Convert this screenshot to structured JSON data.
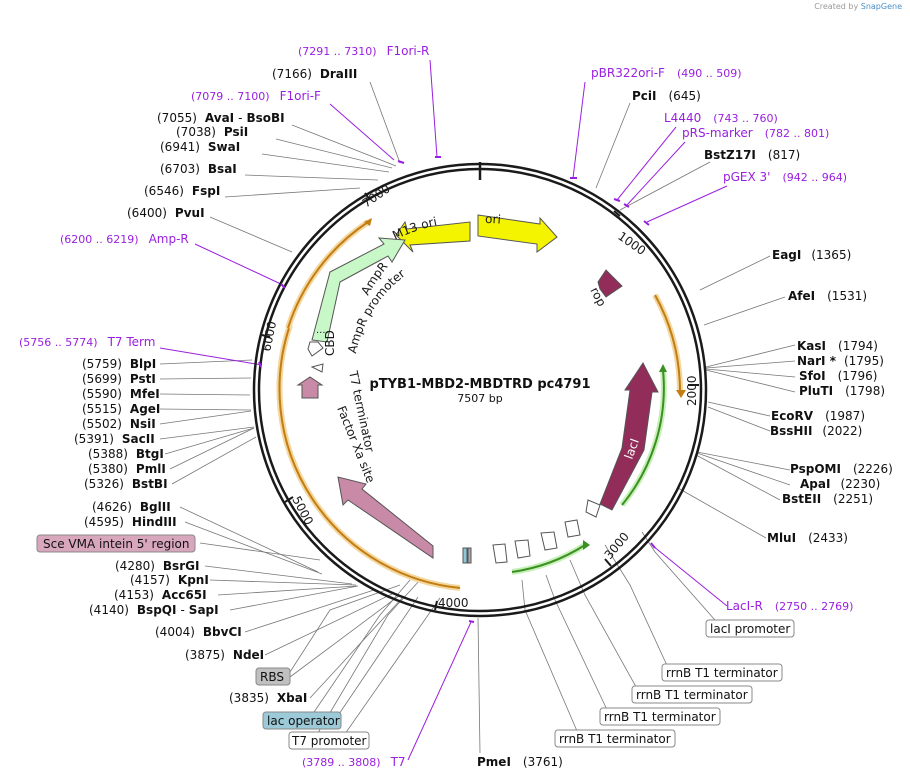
{
  "credit": {
    "created_by": "Created by",
    "brand": "SnapGene"
  },
  "plasmid": {
    "name": "pTYB1-MBD2-MBDTRD pc4791",
    "size": "7507 bp",
    "length": 7507
  },
  "colors": {
    "primer": "#9a1fe0",
    "backbone": "#1a1a1a",
    "ori": "#f4f400",
    "amp": "#c8f7c8",
    "rop": "#922d5a",
    "laci": "#922d5a",
    "cbd": "#c98aa8",
    "intein": "#c98aa8",
    "orf_orange": "#e8a020",
    "orf_green": "#3aa020"
  },
  "ticks": [
    "1000",
    "2000",
    "3000",
    "4000",
    "5000",
    "6000",
    "7000"
  ],
  "site_labels": [
    {
      "name": "DraIII",
      "pos": "(7166)"
    },
    {
      "name": "PciI",
      "pos": "(645)"
    },
    {
      "name": "AvaI",
      "extra": "BsoBI",
      "pos": "(7055)"
    },
    {
      "name": "PsiI",
      "pos": "(7038)"
    },
    {
      "name": "SwaI",
      "pos": "(6941)"
    },
    {
      "name": "BstZ17I",
      "pos": "(817)"
    },
    {
      "name": "BsaI",
      "pos": "(6703)"
    },
    {
      "name": "FspI",
      "pos": "(6546)"
    },
    {
      "name": "PvuI",
      "pos": "(6400)"
    },
    {
      "name": "EagI",
      "pos": "(1365)"
    },
    {
      "name": "AfeI",
      "pos": "(1531)"
    },
    {
      "name": "KasI",
      "pos": "(1794)"
    },
    {
      "name": "NarI *",
      "pos": "(1795)"
    },
    {
      "name": "SfoI",
      "pos": "(1796)"
    },
    {
      "name": "PluTI",
      "pos": "(1798)"
    },
    {
      "name": "BlpI",
      "pos": "(5759)"
    },
    {
      "name": "PstI",
      "pos": "(5699)"
    },
    {
      "name": "MfeI",
      "pos": "(5590)"
    },
    {
      "name": "AgeI",
      "pos": "(5515)"
    },
    {
      "name": "NsiI",
      "pos": "(5502)"
    },
    {
      "name": "SacII",
      "pos": "(5391)"
    },
    {
      "name": "BtgI",
      "pos": "(5388)"
    },
    {
      "name": "PmlI",
      "pos": "(5380)"
    },
    {
      "name": "BstBI",
      "pos": "(5326)"
    },
    {
      "name": "EcoRV",
      "pos": "(1987)"
    },
    {
      "name": "BssHII",
      "pos": "(2022)"
    },
    {
      "name": "PspOMI",
      "pos": "(2226)"
    },
    {
      "name": "ApaI",
      "pos": "(2230)"
    },
    {
      "name": "BstEII",
      "pos": "(2251)"
    },
    {
      "name": "BglII",
      "pos": "(4626)"
    },
    {
      "name": "HindIII",
      "pos": "(4595)"
    },
    {
      "name": "MluI",
      "pos": "(2433)"
    },
    {
      "name": "BsrGI",
      "pos": "(4280)"
    },
    {
      "name": "KpnI",
      "pos": "(4157)"
    },
    {
      "name": "Acc65I",
      "pos": "(4153)"
    },
    {
      "name": "BspQI",
      "extra": "SapI",
      "pos": "(4140)"
    },
    {
      "name": "BbvCI",
      "pos": "(4004)"
    },
    {
      "name": "NdeI",
      "pos": "(3875)"
    },
    {
      "name": "XbaI",
      "pos": "(3835)"
    },
    {
      "name": "PmeI",
      "pos": "(3761)"
    }
  ],
  "primers": [
    {
      "range": "(7291 .. 7310)",
      "name": "F1ori-R"
    },
    {
      "name": "pBR322ori-F",
      "range": "(490 .. 509)"
    },
    {
      "range": "(7079 .. 7100)",
      "name": "F1ori-F"
    },
    {
      "name": "L4440",
      "range": "(743 .. 760)"
    },
    {
      "name": "pRS-marker",
      "range": "(782 .. 801)"
    },
    {
      "name": "pGEX 3'",
      "range": "(942 .. 964)"
    },
    {
      "range": "(6200 .. 6219)",
      "name": "Amp-R"
    },
    {
      "range": "(5756 .. 5774)",
      "name": "T7 Term"
    },
    {
      "name": "LacI-R",
      "range": "(2750 .. 2769)"
    },
    {
      "range": "(3789 .. 3808)",
      "name": "T7"
    }
  ],
  "boxed_features": [
    {
      "label": "Sce VMA intein 5' region"
    },
    {
      "label": "lacI promoter"
    },
    {
      "label": "rrnB T1 terminator"
    },
    {
      "label": "rrnB T1 terminator"
    },
    {
      "label": "rrnB T1 terminator"
    },
    {
      "label": "rrnB T1 terminator"
    },
    {
      "label": "RBS"
    },
    {
      "label": "lac operator"
    },
    {
      "label": "T7 promoter"
    }
  ],
  "feature_labels": {
    "m13": "M13 ori",
    "ori": "ori",
    "ampr": "AmpR",
    "ampr_promoter": "AmpR promoter",
    "rop": "rop",
    "laci": "lacI",
    "cbd": "CBD",
    "t7_terminator": "T7 terminator",
    "factor_xa": "Factor Xa site",
    "dots": "...."
  }
}
